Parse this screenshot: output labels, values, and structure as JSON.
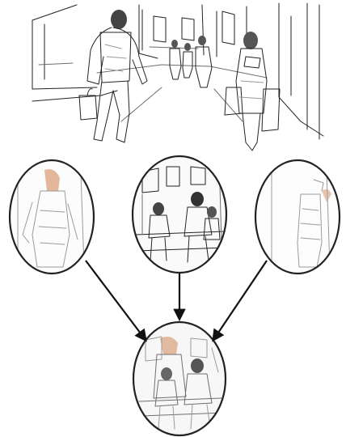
{
  "figure": {
    "scene": "sketched-corridor-with-walking-people",
    "panels": [
      "faded-figure-view",
      "seated-people-view",
      "faded-shelf-view"
    ],
    "result": "blended-composite-view",
    "arrow_color": "#111111",
    "ink_color": "#222222",
    "ghost_color": "#9a9a9a",
    "accent_color": "#d9a07a"
  }
}
